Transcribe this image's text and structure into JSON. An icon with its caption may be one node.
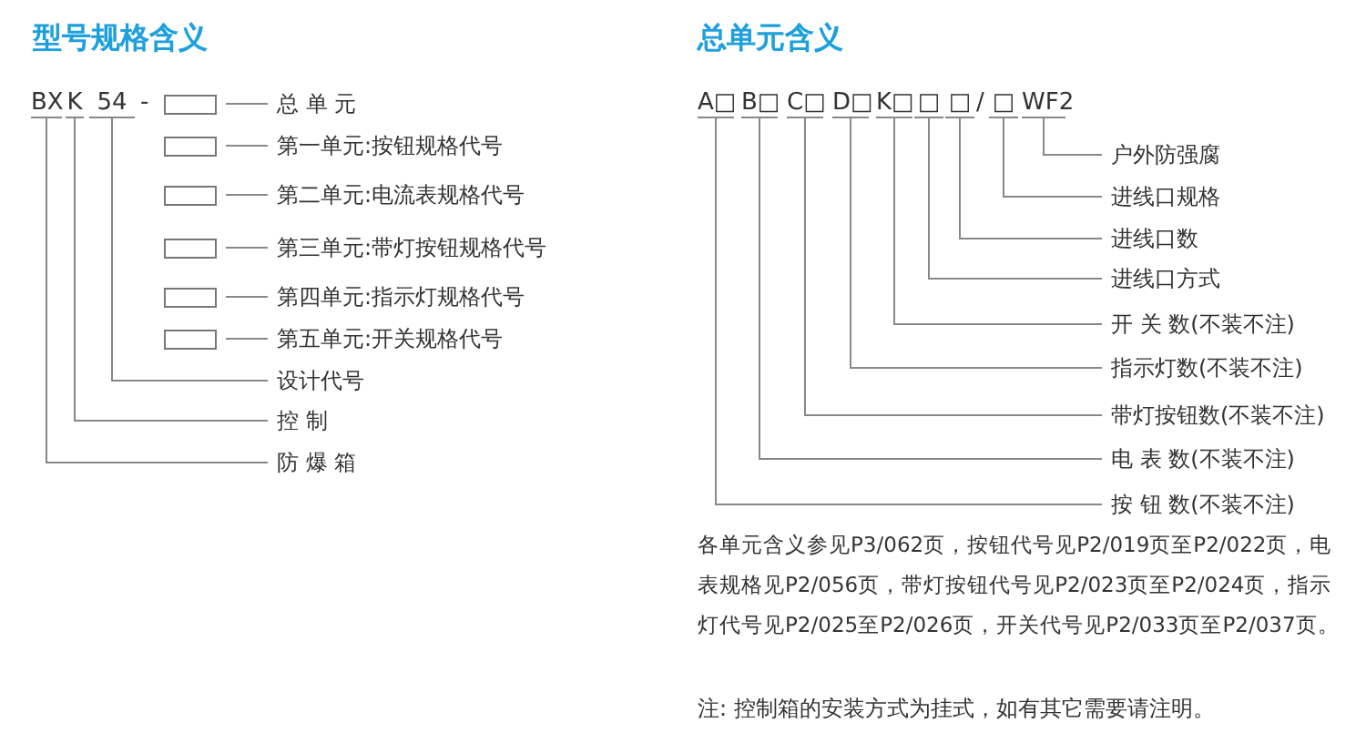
{
  "diagram": {
    "title": "型号规格含义",
    "nodes": [
      {
        "text": [
          "BX"
        ]
      },
      {
        "text": [
          "K"
        ]
      },
      {
        "text": [
          "54"
        ]
      },
      {
        "text": [],
        "shape": "box"
      },
      {
        "text": [
          "总 单 元"
        ]
      },
      {
        "text": [],
        "shape": "box"
      },
      {
        "text": [
          "第一单元:按钮规格代号"
        ]
      },
      {
        "text": [],
        "shape": "box"
      },
      {
        "text": [
          "第二单元:电流表规格代号"
        ]
      },
      {
        "text": [],
        "shape": "box"
      },
      {
        "text": [
          "第三单元:带灯按钮规格代号"
        ]
      },
      {
        "text": [],
        "shape": "box"
      },
      {
        "text": [
          "第四单元:指示灯规格代号"
        ]
      },
      {
        "text": [],
        "shape": "box"
      },
      {
        "text": [
          "第五单元:开关规格代号"
        ]
      },
      {
        "text": [
          "设计代号"
        ]
      },
      {
        "text": [
          "控 制"
        ]
      },
      {
        "text": [
          "防 爆 箱"
        ]
      },
      {
        "text": [
          "A□"
        ]
      },
      {
        "text": [
          "B□"
        ]
      },
      {
        "text": [
          "C□"
        ]
      },
      {
        "text": [
          "D□"
        ]
      },
      {
        "text": [
          "K□"
        ]
      },
      {
        "text": [
          "□"
        ]
      },
      {
        "text": [
          "□"
        ]
      },
      {
        "text": [
          "□"
        ]
      },
      {
        "text": [
          "WF2"
        ]
      },
      {
        "text": [
          "户外防强腐"
        ]
      },
      {
        "text": [
          "进线口规格"
        ]
      },
      {
        "text": [
          "进线口数"
        ]
      },
      {
        "text": [
          "进线口方式"
        ]
      },
      {
        "text": [
          "开 关 数(不装不注)"
        ]
      },
      {
        "text": [
          "指示灯数(不装不注)"
        ]
      },
      {
        "text": [
          "带灯按钮数(不装不注)"
        ]
      },
      {
        "text": [
          "电 表 数(不装不注)"
        ]
      },
      {
        "text": [
          "按 钮 数(不装不注)"
        ]
      }
    ],
    "edges": [
      {
        "from": 3,
        "to": 4,
        "arrow": "none"
      },
      {
        "from": 5,
        "to": 6,
        "arrow": "none"
      },
      {
        "from": 7,
        "to": 8,
        "arrow": "none"
      },
      {
        "from": 9,
        "to": 10,
        "arrow": "none"
      },
      {
        "from": 11,
        "to": 12,
        "arrow": "none"
      },
      {
        "from": 13,
        "to": 14,
        "arrow": "none"
      },
      {
        "from": 2,
        "to": 15,
        "arrow": "none"
      },
      {
        "from": 1,
        "to": 16,
        "arrow": "none"
      },
      {
        "from": 0,
        "to": 17,
        "arrow": "none"
      },
      {
        "from": 26,
        "to": 27,
        "arrow": "none"
      },
      {
        "from": 25,
        "to": 28,
        "arrow": "none"
      },
      {
        "from": 24,
        "to": 29,
        "arrow": "none"
      },
      {
        "from": 23,
        "to": 30,
        "arrow": "none"
      },
      {
        "from": 22,
        "to": 31,
        "arrow": "none"
      },
      {
        "from": 21,
        "to": 32,
        "arrow": "none"
      },
      {
        "from": 20,
        "to": 33,
        "arrow": "none"
      },
      {
        "from": 19,
        "to": 34,
        "arrow": "none"
      },
      {
        "from": 18,
        "to": 35,
        "arrow": "none"
      }
    ],
    "labels": [
      "-",
      "总单元含义",
      "/",
      "各单元含义参见P3/062页，按钮代号见P2/019页至P2/022页，电表规格见P2/056页，带灯按钮代号见P2/023页至P2/024页，指示灯代号见P2/025至P2/026页，开关代号见P2/033页至P2/037页。",
      "注: 控制箱的安装方式为挂式，如有其它需要请注明。"
    ]
  }
}
